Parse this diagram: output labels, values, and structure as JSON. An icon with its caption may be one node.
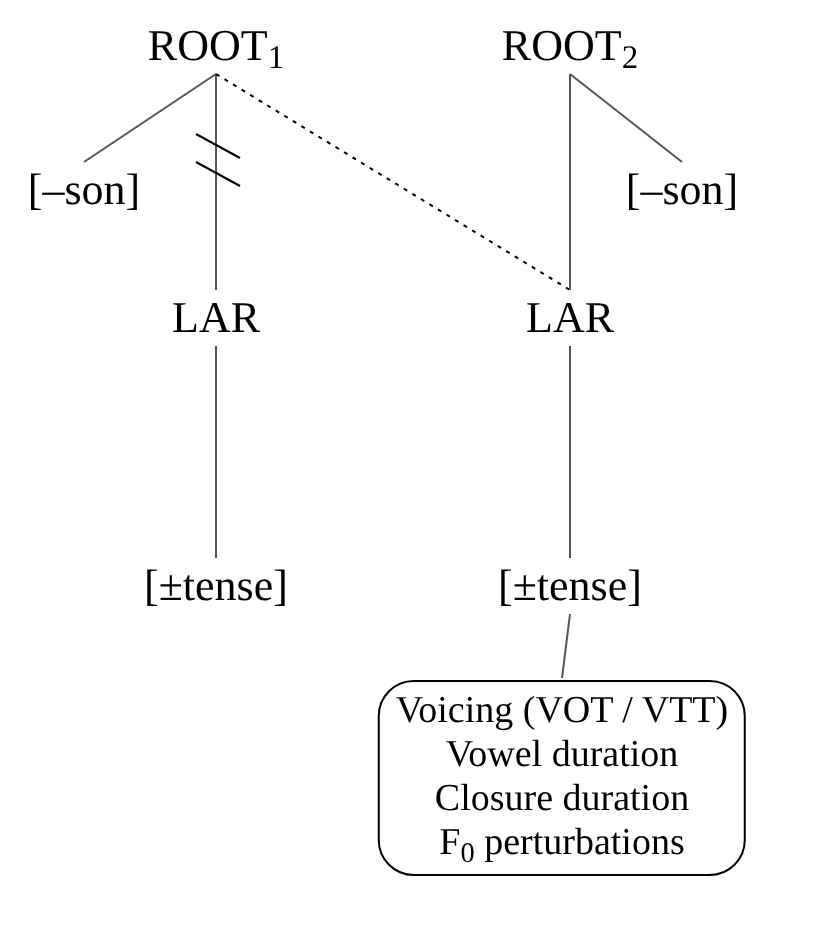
{
  "diagram": {
    "nodes": [
      {
        "text": [
          "ROOT$_{1}$"
        ]
      },
      {
        "text": [
          "ROOT$_{2}$"
        ]
      },
      {
        "text": [
          "[–son]"
        ]
      },
      {
        "text": [
          "[–son]"
        ]
      },
      {
        "text": [
          "LAR"
        ]
      },
      {
        "text": [
          "LAR"
        ]
      },
      {
        "text": [
          "[±tense]"
        ]
      },
      {
        "text": [
          "[±tense]"
        ]
      },
      {
        "text": [
          "Voicing (VOT / VTT)",
          "Vowel duration",
          "Closure duration",
          "F$_{0}$ perturbations"
        ]
      }
    ],
    "edges": [
      {
        "from": 0,
        "to": 2,
        "arrow": "none"
      },
      {
        "from": 0,
        "to": 4,
        "arrow": "none"
      },
      {
        "from": 0,
        "to": 5,
        "arrow": "none",
        "style": "dashed"
      },
      {
        "from": 1,
        "to": 3,
        "arrow": "none"
      },
      {
        "from": 1,
        "to": 5,
        "arrow": "none"
      },
      {
        "from": 4,
        "to": 6,
        "arrow": "none"
      },
      {
        "from": 5,
        "to": 7,
        "arrow": "none"
      },
      {
        "from": 7,
        "to": 8,
        "arrow": "none"
      }
    ]
  }
}
